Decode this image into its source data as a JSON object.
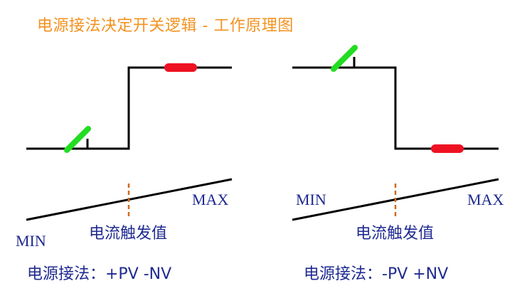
{
  "title": "电源接法决定开关逻辑 - 工作原理图",
  "colors": {
    "title": "#F39220",
    "text": "#1F2A90",
    "line": "#000000",
    "contact_open": "#22DD22",
    "contact_closed": "#EE1122",
    "threshold": "#D2691E"
  },
  "left_diagram": {
    "min_label": "MIN",
    "max_label": "MAX",
    "threshold_label": "电流触发值",
    "wiring_label": "电源接法：+PV -NV"
  },
  "right_diagram": {
    "min_label": "MIN",
    "max_label": "MAX",
    "threshold_label": "电流触发值",
    "wiring_label": "电源接法：-PV +NV"
  }
}
